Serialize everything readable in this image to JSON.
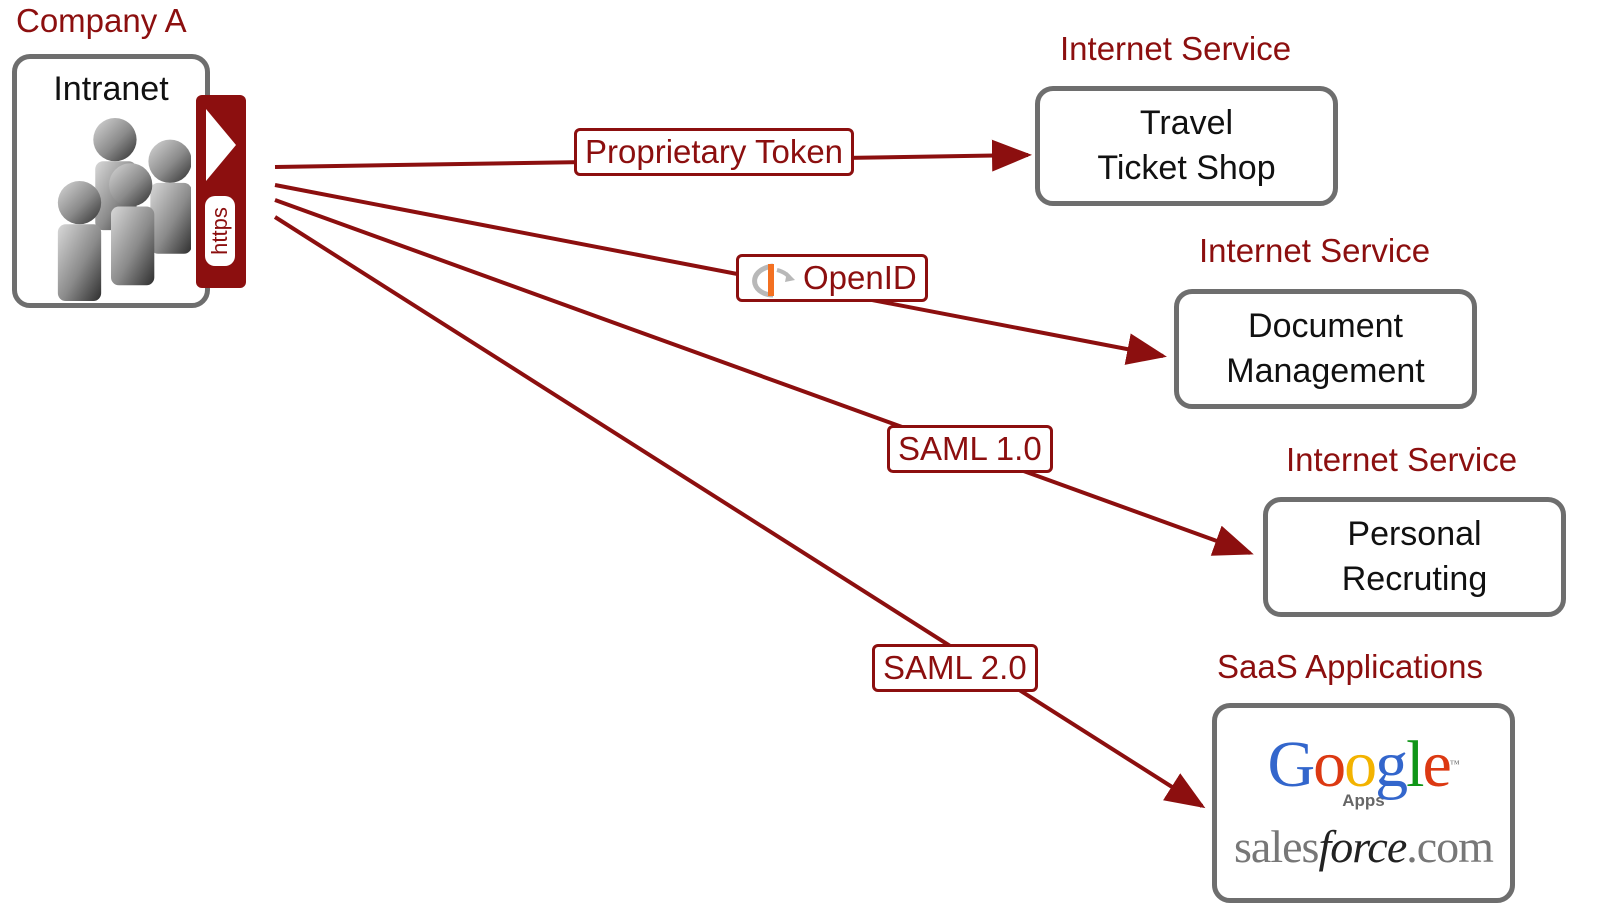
{
  "company": {
    "label": "Company A"
  },
  "intranet": {
    "title": "Intranet",
    "tab_label": "https"
  },
  "services": [
    {
      "category": "Internet Service",
      "lines": [
        "Travel",
        "Ticket Shop"
      ]
    },
    {
      "category": "Internet Service",
      "lines": [
        "Document",
        "Management"
      ]
    },
    {
      "category": "Internet Service",
      "lines": [
        "Personal",
        "Recruting"
      ]
    }
  ],
  "saas": {
    "category": "SaaS Applications",
    "google": {
      "letters": [
        "G",
        "o",
        "o",
        "g",
        "l",
        "e"
      ],
      "apps": "Apps",
      "tm": "™"
    },
    "salesforce": {
      "pre": "sales",
      "mid": "force",
      "post": ".com",
      "suffix": "."
    }
  },
  "protocols": [
    {
      "label": "Proprietary Token"
    },
    {
      "label": "OpenID",
      "icon": "openid-icon"
    },
    {
      "label": "SAML 1.0"
    },
    {
      "label": "SAML 2.0"
    }
  ],
  "colors": {
    "accent": "#8c0f0f",
    "box_border": "#6e6e6e",
    "google_blue": "#3366cc",
    "google_red": "#dc3912",
    "google_yellow": "#f3b300",
    "google_green": "#109618"
  }
}
